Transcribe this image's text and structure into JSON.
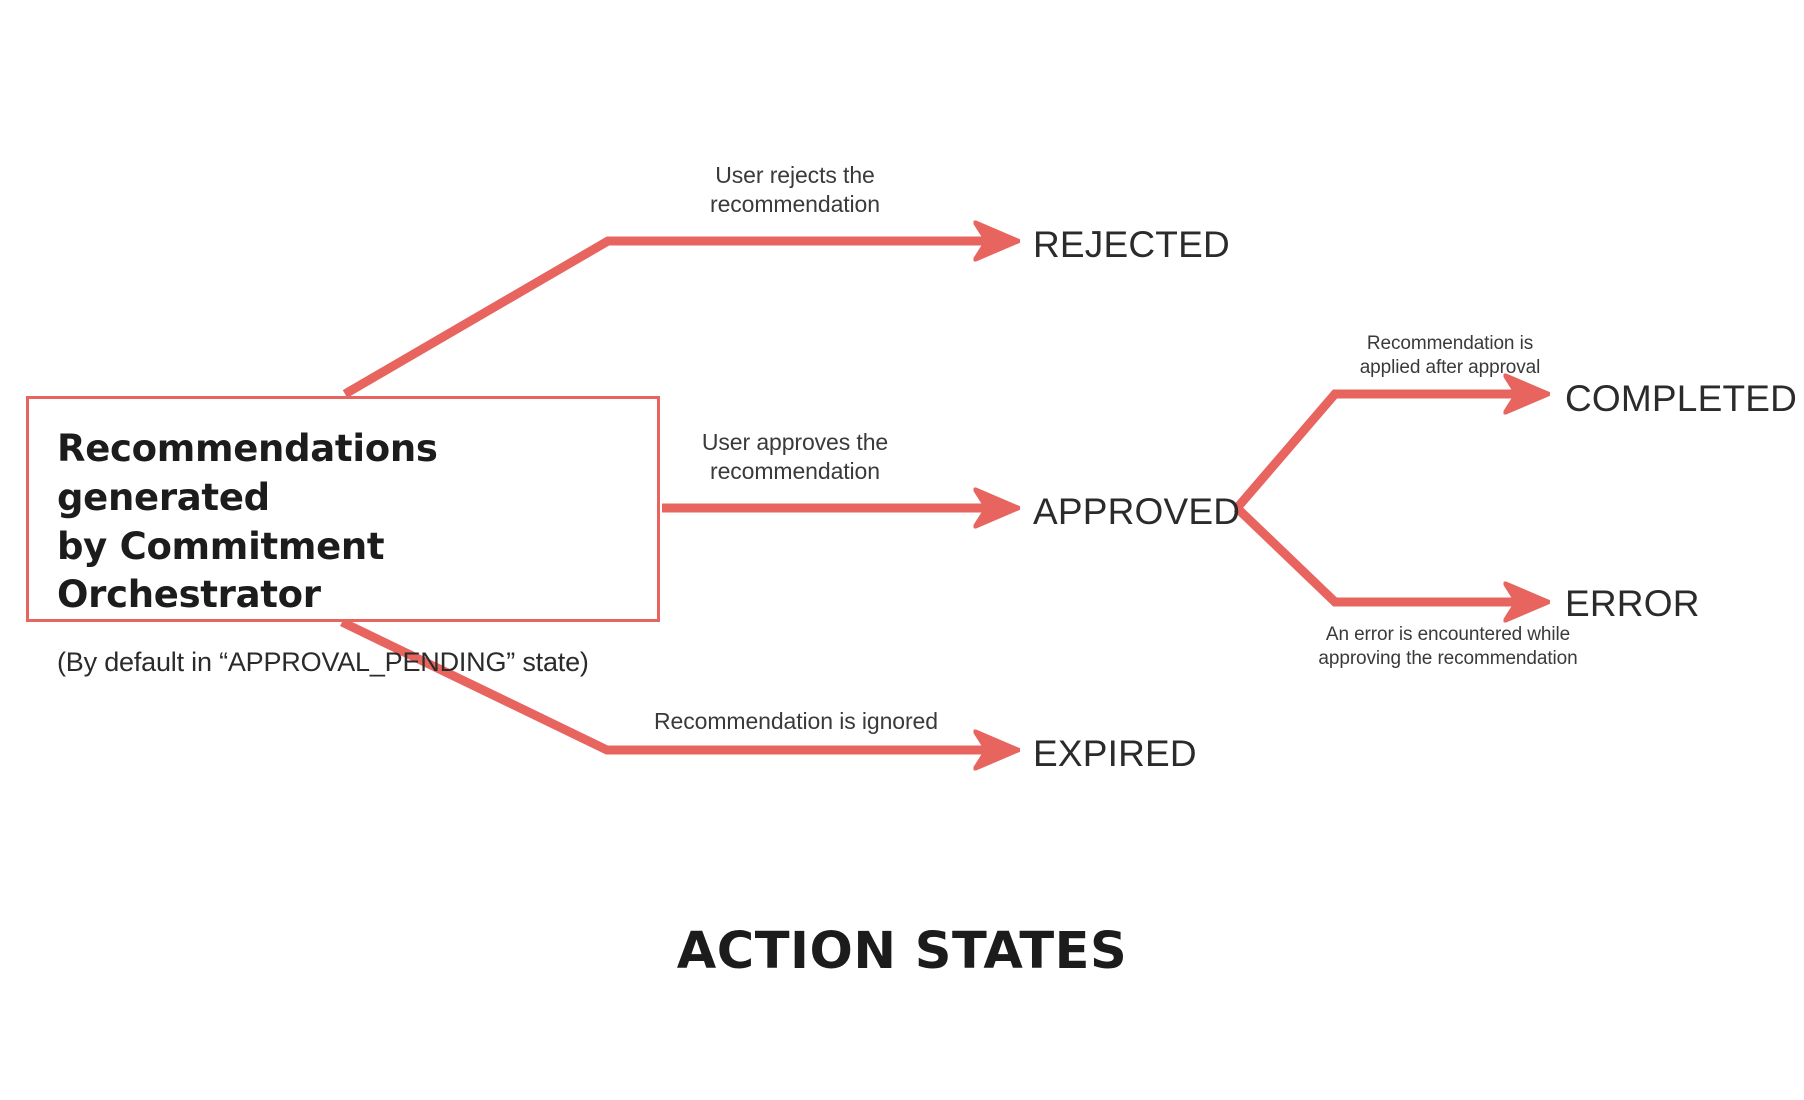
{
  "diagram": {
    "caption": "ACTION STATES",
    "accent_color": "#e8645f",
    "text_color": "#2b2b2b",
    "background": "#ffffff",
    "source_node": {
      "title": "Recommendations generated\nby Commitment Orchestrator",
      "subtitle": "(By default in “APPROVAL_PENDING” state)"
    },
    "states": [
      {
        "id": "rejected",
        "label": "REJECTED"
      },
      {
        "id": "approved",
        "label": "APPROVED"
      },
      {
        "id": "expired",
        "label": "EXPIRED"
      },
      {
        "id": "completed",
        "label": "COMPLETED"
      },
      {
        "id": "error",
        "label": "ERROR"
      }
    ],
    "transitions": [
      {
        "id": "to-rejected",
        "from": "source",
        "to": "rejected",
        "label": "User rejects the\nrecommendation"
      },
      {
        "id": "to-approved",
        "from": "source",
        "to": "approved",
        "label": "User approves the\nrecommendation"
      },
      {
        "id": "to-expired",
        "from": "source",
        "to": "expired",
        "label": "Recommendation is ignored"
      },
      {
        "id": "to-completed",
        "from": "approved",
        "to": "completed",
        "label": "Recommendation is\napplied after approval"
      },
      {
        "id": "to-error",
        "from": "approved",
        "to": "error",
        "label": "An error is encountered while\napproving the recommendation"
      }
    ]
  }
}
